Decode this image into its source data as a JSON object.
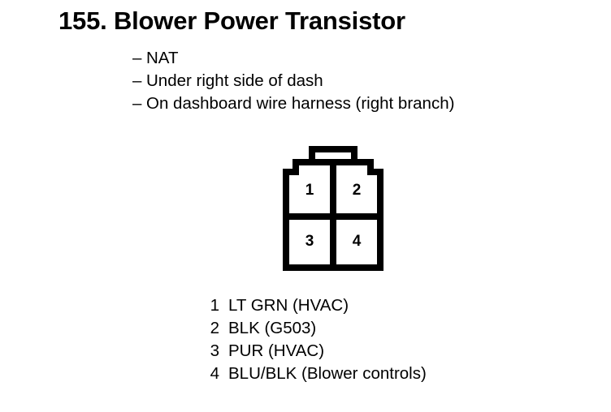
{
  "page": {
    "number": "155.",
    "title": "155. Blower Power Transistor",
    "notes": [
      {
        "dash": "–",
        "text": "NAT"
      },
      {
        "dash": "–",
        "text": "Under right side of dash"
      },
      {
        "dash": "–",
        "text": "On dashboard wire harness (right branch)"
      }
    ]
  },
  "connector": {
    "type": "4-pin-connector",
    "pin_count": 4,
    "layout": "2x2",
    "line_color": "#000000",
    "fill_color": "#ffffff",
    "cavities": [
      {
        "position": "top-left",
        "label": "1"
      },
      {
        "position": "top-right",
        "label": "2"
      },
      {
        "position": "bottom-left",
        "label": "3"
      },
      {
        "position": "bottom-right",
        "label": "4"
      }
    ]
  },
  "pin_legend": [
    {
      "num": "1",
      "desc": "LT GRN (HVAC)"
    },
    {
      "num": "2",
      "desc": "BLK (G503)"
    },
    {
      "num": "3",
      "desc": "PUR (HVAC)"
    },
    {
      "num": "4",
      "desc": "BLU/BLK (Blower controls)"
    }
  ]
}
